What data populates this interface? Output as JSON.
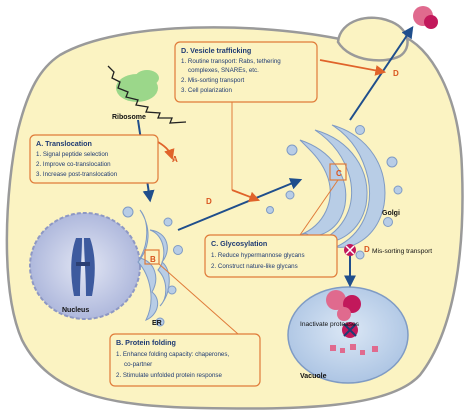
{
  "labels": {
    "ribosome": "Ribosome",
    "nucleus": "Nucleus",
    "er": "ER",
    "golgi": "Golgi",
    "vacuole": "Vacuole",
    "inactivate_proteases": "Inactivate proteases",
    "mis_sorting_transport": "Mis-sorting transport"
  },
  "markers": {
    "a": "A",
    "b": "B",
    "c": "C",
    "d": "D"
  },
  "boxes": {
    "translocation": {
      "title": "A. Translocation",
      "items": [
        "1. Signal peptide selection",
        "2. Improve co-translocation",
        "3. Increase post-translocation"
      ]
    },
    "vesicle": {
      "title": "D. Vesicle trafficking",
      "items": [
        "1. Routine transport: Rabs, tethering",
        "complexes, SNAREs, etc.",
        "2. Mis-sorting transport",
        "3. Cell polarization"
      ]
    },
    "glycosylation": {
      "title": "C. Glycosylation",
      "items": [
        "1. Reduce hypermannose glycans",
        "2. Construct nature-like glycans"
      ]
    },
    "folding": {
      "title": "B. Protein folding",
      "items": [
        "1. Enhance folding capacity: chaperones,",
        "co-partner",
        "2. Stimulate unfolded protein response"
      ]
    }
  },
  "colors": {
    "cytoplasm": "#fbf3c2",
    "cell_outline": "#9a9a9a",
    "box_border": "#e07b39",
    "navy_arrow": "#1f4e8c",
    "orange_arrow": "#e0632a",
    "nucleus": "#c9cfe8",
    "organelle": "#b8cde6",
    "ribosome": "#9bd78a"
  }
}
